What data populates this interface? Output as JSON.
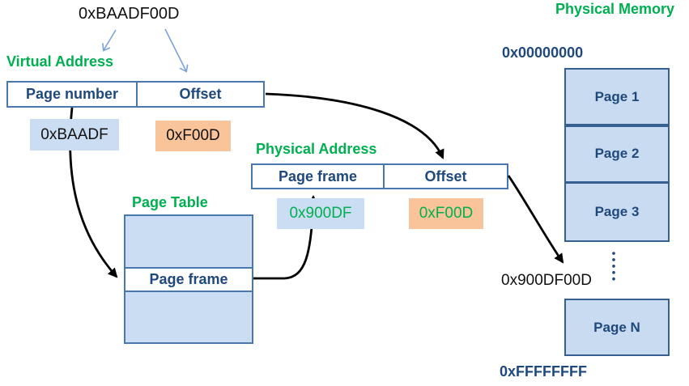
{
  "diagram": {
    "top_value": "0xBAADF00D",
    "virtual_address": {
      "title": "Virtual Address",
      "page_number_label": "Page number",
      "offset_label": "Offset",
      "page_number_value": "0xBAADF",
      "offset_value": "0xF00D"
    },
    "physical_address": {
      "title": "Physical Address",
      "page_frame_label": "Page frame",
      "offset_label": "Offset",
      "page_frame_value": "0x900DF",
      "offset_value": "0xF00D"
    },
    "page_table": {
      "title": "Page Table",
      "entry_label": "Page frame"
    },
    "physical_memory": {
      "title": "Physical Memory",
      "start_address": "0x00000000",
      "mapped_address": "0x900DF00D",
      "end_address": "0xFFFFFFFF",
      "pages": [
        "Page 1",
        "Page 2",
        "Page 3",
        "Page N"
      ]
    },
    "colors": {
      "green_label": "#00B050",
      "blue_text": "#1F497D",
      "box_border": "#4878AD",
      "memory_border": "#376092",
      "light_blue_fill": "#CBDDF2",
      "orange_fill": "#F9C499",
      "arrow_black": "#000000",
      "arrow_light_blue": "#7BA2D8"
    }
  }
}
